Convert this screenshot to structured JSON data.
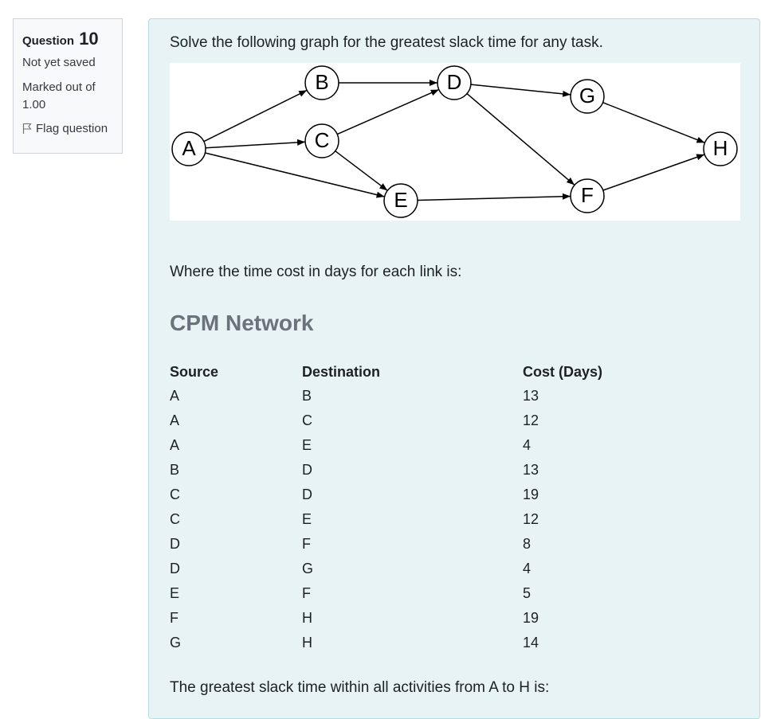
{
  "info": {
    "question_label": "Question",
    "question_number": "10",
    "state": "Not yet saved",
    "grade": "Marked out of 1.00",
    "flag_label": "Flag question"
  },
  "question": {
    "prompt": "Solve the following graph for the greatest slack time for any task.",
    "where_text": "Where the time cost in days for each link is:",
    "table_title": "CPM Network",
    "headers": [
      "Source",
      "Destination",
      "Cost (Days)"
    ],
    "rows": [
      [
        "A",
        "B",
        "13"
      ],
      [
        "A",
        "C",
        "12"
      ],
      [
        "A",
        "E",
        "4"
      ],
      [
        "B",
        "D",
        "13"
      ],
      [
        "C",
        "D",
        "19"
      ],
      [
        "C",
        "E",
        "12"
      ],
      [
        "D",
        "F",
        "8"
      ],
      [
        "D",
        "G",
        "4"
      ],
      [
        "E",
        "F",
        "5"
      ],
      [
        "F",
        "H",
        "19"
      ],
      [
        "G",
        "H",
        "14"
      ]
    ],
    "answer_prompt": "The greatest slack time within all activities from A to H is:"
  },
  "graph": {
    "nodes": [
      "A",
      "B",
      "C",
      "D",
      "E",
      "F",
      "G",
      "H"
    ],
    "edges": [
      [
        "A",
        "B"
      ],
      [
        "A",
        "C"
      ],
      [
        "A",
        "E"
      ],
      [
        "B",
        "D"
      ],
      [
        "C",
        "D"
      ],
      [
        "C",
        "E"
      ],
      [
        "D",
        "G"
      ],
      [
        "D",
        "F"
      ],
      [
        "E",
        "F"
      ],
      [
        "G",
        "H"
      ],
      [
        "F",
        "H"
      ]
    ]
  }
}
